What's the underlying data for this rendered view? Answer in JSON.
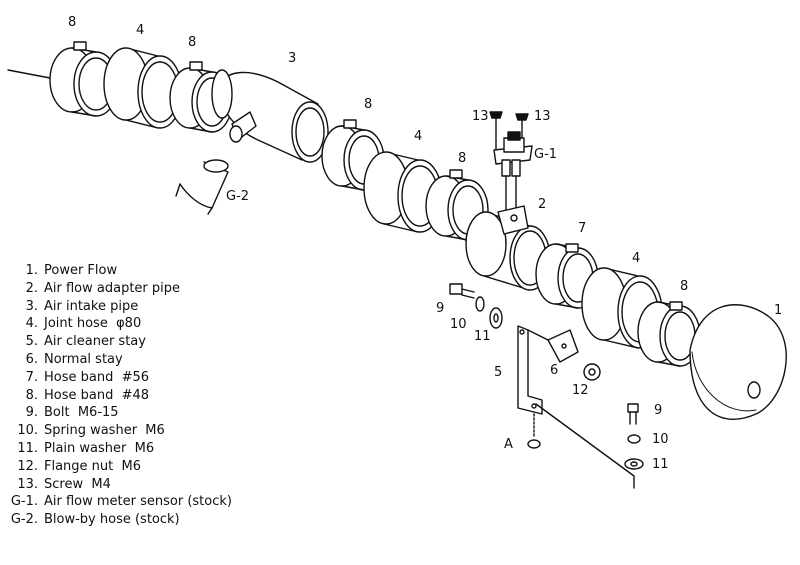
{
  "callouts": {
    "c8a": "8",
    "c4a": "4",
    "c8b": "8",
    "c3": "3",
    "c8c": "8",
    "c4b": "4",
    "c8d": "8",
    "c13a": "13",
    "c13b": "13",
    "cG1": "G-1",
    "c2": "2",
    "cG2": "G-2",
    "c7": "7",
    "c4c": "4",
    "c8e": "8",
    "c1": "1",
    "c9a": "9",
    "c10a": "10",
    "c11a": "11",
    "c5": "5",
    "c6": "6",
    "c12": "12",
    "cA": "A",
    "c9b": "9",
    "c10b": "10",
    "c11b": "11"
  },
  "legend": [
    {
      "num": "1.",
      "text": "Power Flow"
    },
    {
      "num": "2.",
      "text": "Air flow adapter pipe"
    },
    {
      "num": "3.",
      "text": "Air intake pipe"
    },
    {
      "num": "4.",
      "text": "Joint hose  φ80"
    },
    {
      "num": "5.",
      "text": "Air cleaner stay"
    },
    {
      "num": "6.",
      "text": "Normal stay"
    },
    {
      "num": "7.",
      "text": "Hose band  #56"
    },
    {
      "num": "8.",
      "text": "Hose band  #48"
    },
    {
      "num": "9.",
      "text": "Bolt  M6-15"
    },
    {
      "num": "10.",
      "text": "Spring washer  M6"
    },
    {
      "num": "11.",
      "text": "Plain washer  M6"
    },
    {
      "num": "12.",
      "text": "Flange nut  M6"
    },
    {
      "num": "13.",
      "text": "Screw  M4"
    },
    {
      "num": "G-1.",
      "text": "Air flow meter sensor (stock)"
    },
    {
      "num": "G-2.",
      "text": "Blow-by hose (stock)"
    }
  ]
}
